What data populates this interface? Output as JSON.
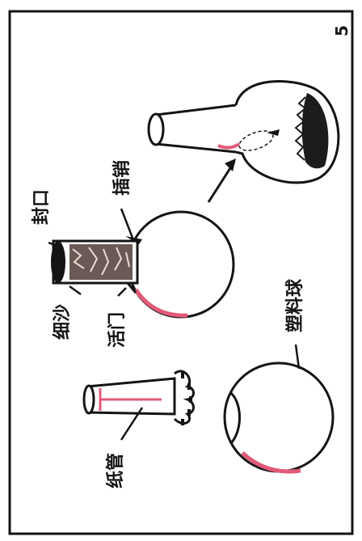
{
  "figure": {
    "page_number": "5",
    "labels": {
      "paper_tube": "纸管",
      "plastic_ball": "塑料球",
      "fine_sand": "细沙",
      "valve": "活门",
      "seal": "封口",
      "pin": "插销"
    }
  },
  "colors": {
    "ink": "#141414",
    "pink_accent": "#e25a78",
    "sand": "#6a5a55",
    "paper": "#ffffff"
  }
}
